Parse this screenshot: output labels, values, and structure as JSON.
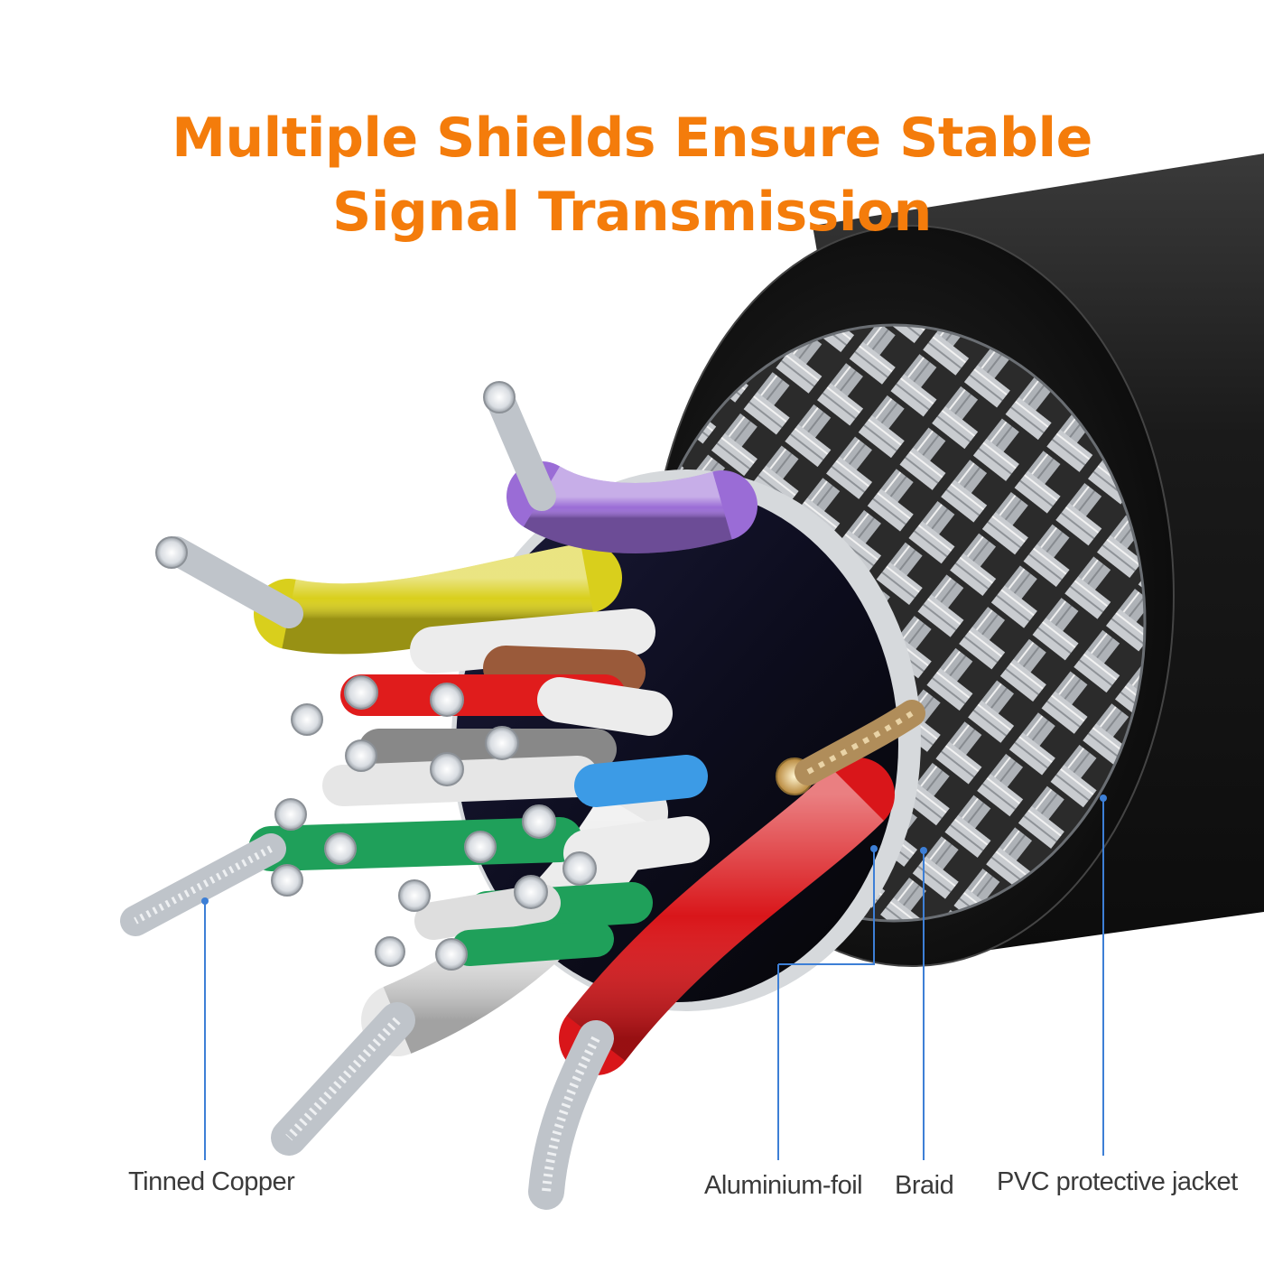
{
  "headline": {
    "line1": "Multiple Shields Ensure Stable",
    "line2": "Signal Transmission",
    "color": "#f47c0b"
  },
  "callouts": [
    {
      "label": "Tinned Copper"
    },
    {
      "label": "Aluminium-foil"
    },
    {
      "label": "Braid"
    },
    {
      "label": "PVC protective jacket"
    }
  ],
  "colors": {
    "jacket": "#1c1c1c",
    "braid": "#b9bcc0",
    "callout_line": "#3d7fd6",
    "label_text": "#3a3a3a"
  },
  "wires": [
    {
      "name": "purple",
      "color": "#9a6cd6"
    },
    {
      "name": "yellow",
      "color": "#d9cf1c"
    },
    {
      "name": "white",
      "color": "#ececec"
    },
    {
      "name": "brown",
      "color": "#9a5a3a"
    },
    {
      "name": "red",
      "color": "#e01c1c"
    },
    {
      "name": "green",
      "color": "#1fa05a"
    },
    {
      "name": "blue",
      "color": "#3c9be6"
    },
    {
      "name": "copper-drain",
      "color": "#c8a060"
    }
  ]
}
